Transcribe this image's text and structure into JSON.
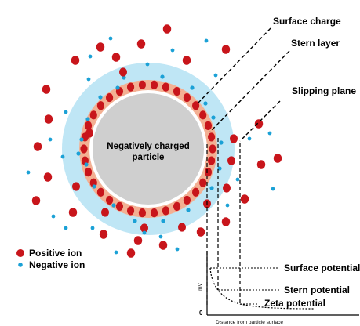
{
  "particle": {
    "line1": "Negatively charged",
    "line2": "particle"
  },
  "labels": {
    "surface_charge": "Surface charge",
    "stern_layer": "Stern layer",
    "slipping_plane": "Slipping plane"
  },
  "legend": {
    "positive": "Positive ion",
    "negative": "Negative ion"
  },
  "graph": {
    "y_axis": "mV",
    "origin": "0",
    "x_axis": "Distance from particle surface",
    "surface_potential": "Surface potential",
    "stern_potential": "Stern potential",
    "zeta_potential": "Zeta potential"
  },
  "colors": {
    "positive_ion": "#c8151b",
    "negative_ion": "#1ba1d6",
    "diffuse_layer": "#bfe6f5",
    "stern_band": "#f3b093",
    "particle": "#cfcfcf"
  }
}
